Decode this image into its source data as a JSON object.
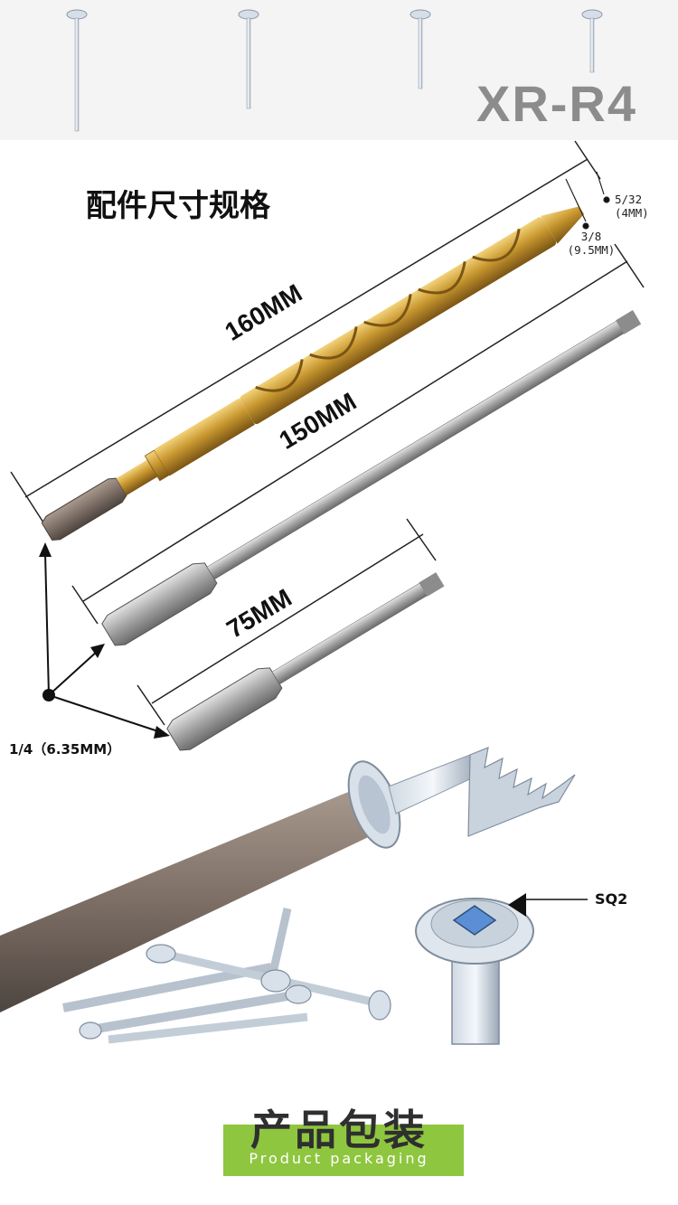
{
  "header": {
    "model": "XR-R4"
  },
  "specs": {
    "title": "配件尺寸规格",
    "drill_length": "160MM",
    "driver_long_length": "150MM",
    "driver_short_length": "75MM",
    "tip_diameter_line1": "5/32",
    "tip_diameter_line2": "(4MM)",
    "drill_diameter_line1": "3/8",
    "drill_diameter_line2": "(9.5MM)",
    "shank_size": "1/4（6.35MM）",
    "screw_drive": "SQ2"
  },
  "packaging": {
    "title": "产品包装",
    "subtitle": "Product packaging"
  },
  "colors": {
    "accent_green": "#8ec63f",
    "drill_gold": "#c79a3c",
    "steel_gray": "#9a9a9a"
  }
}
